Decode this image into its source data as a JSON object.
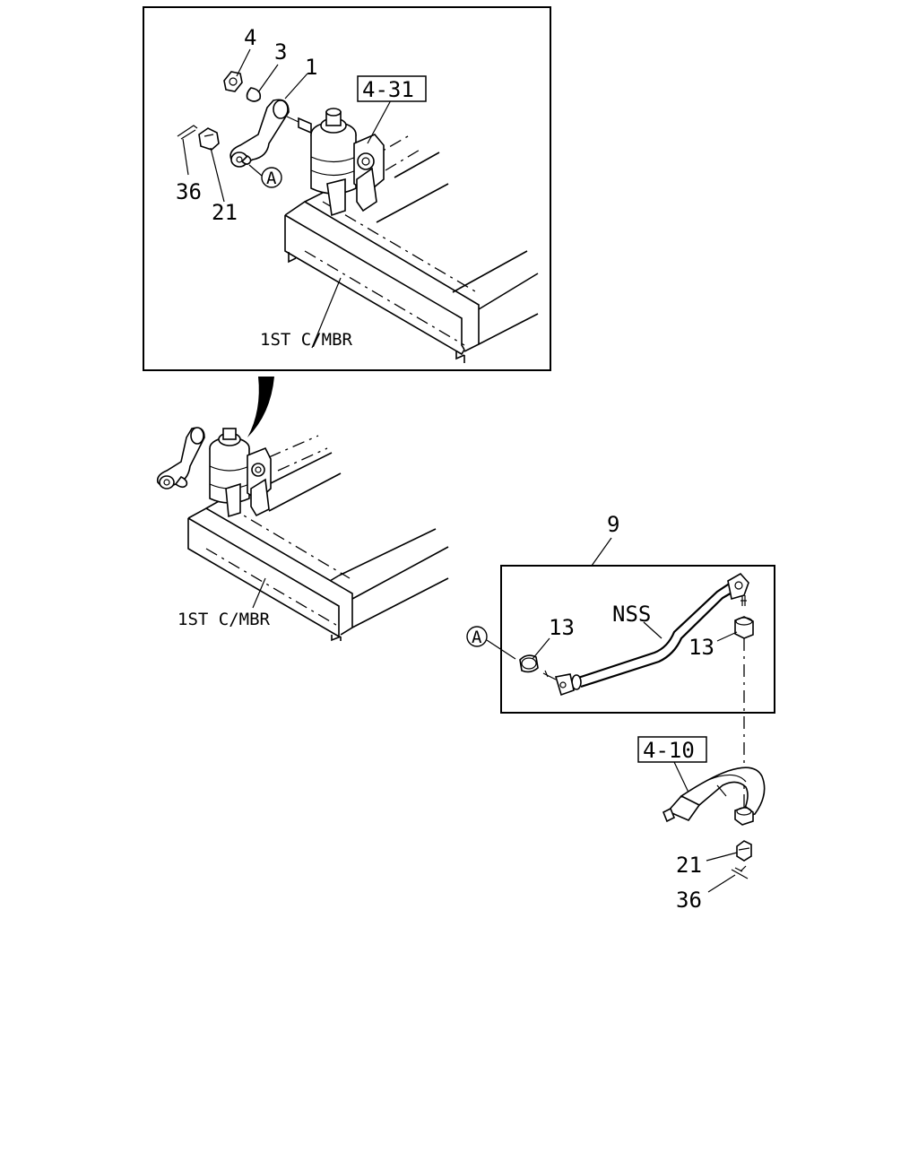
{
  "inset_upper": {
    "callouts": {
      "p4": "4",
      "p3": "3",
      "p1": "1",
      "p36": "36",
      "p21": "21",
      "ref_box": "4-31",
      "connector": "A",
      "member": "1ST C/MBR"
    }
  },
  "main_view": {
    "member": "1ST C/MBR"
  },
  "inset_lower": {
    "callouts": {
      "p9": "9",
      "nss": "NSS",
      "p13_left": "13",
      "p13_right": "13",
      "connector": "A"
    }
  },
  "below_inset": {
    "callouts": {
      "ref_box": "4-10",
      "p21": "21",
      "p36": "36"
    }
  }
}
